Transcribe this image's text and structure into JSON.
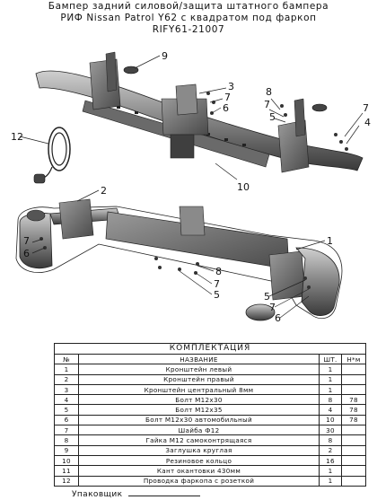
{
  "header": {
    "line1": "Бампер задний силовой/защита штатного бампера",
    "line2": "РИФ Nissan Patrol Y62 с квадратом под фаркоп",
    "line3": "RIFY61-21007"
  },
  "callouts": [
    "9",
    "3",
    "7",
    "6",
    "8",
    "7",
    "5",
    "7",
    "4",
    "12",
    "10",
    "2",
    "7",
    "6",
    "1",
    "8",
    "7",
    "5",
    "5",
    "7",
    "6"
  ],
  "table": {
    "caption": "КОМПЛЕКТАЦИЯ",
    "headers": {
      "no": "№",
      "name": "НАЗВАНИЕ",
      "qty": "ШТ.",
      "nm": "Н*м"
    },
    "rows": [
      {
        "no": "1",
        "name": "Кронштейн левый",
        "qty": "1",
        "nm": ""
      },
      {
        "no": "2",
        "name": "Кронштейн правый",
        "qty": "1",
        "nm": ""
      },
      {
        "no": "3",
        "name": "Кронштейн центральный 8мм",
        "qty": "1",
        "nm": ""
      },
      {
        "no": "4",
        "name": "Болт М12х30",
        "qty": "8",
        "nm": "78"
      },
      {
        "no": "5",
        "name": "Болт М12х35",
        "qty": "4",
        "nm": "78"
      },
      {
        "no": "6",
        "name": "Болт М12х30 автомобильный",
        "qty": "10",
        "nm": "78"
      },
      {
        "no": "7",
        "name": "Шайба Ф12",
        "qty": "30",
        "nm": ""
      },
      {
        "no": "8",
        "name": "Гайка М12 самоконтрящаяся",
        "qty": "8",
        "nm": ""
      },
      {
        "no": "9",
        "name": "Заглушка круглая",
        "qty": "2",
        "nm": ""
      },
      {
        "no": "10",
        "name": "Резиновое кольцо",
        "qty": "16",
        "nm": ""
      },
      {
        "no": "11",
        "name": "Кант окантовки 430мм",
        "qty": "1",
        "nm": ""
      },
      {
        "no": "12",
        "name": "Проводка фаркопа с розеткой",
        "qty": "1",
        "nm": ""
      }
    ]
  },
  "footer": {
    "packer_label": "Упаковщик"
  }
}
